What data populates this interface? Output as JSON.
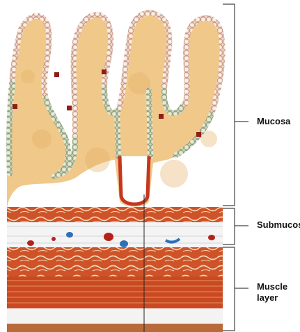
{
  "labels": {
    "mucosa": "Mucosa",
    "submucosa": "Submucosa",
    "muscle_layer": "Muscle\nlayer"
  },
  "colors": {
    "lamina_propria": "#f0c98a",
    "epithelium_pink": "#e9c4b4",
    "epithelium_green": "#b9c7a5",
    "gland_red": "#c6361f",
    "muscle_red": "#c94a22",
    "submucosa_white": "#f4f4f4",
    "vessel_blue": "#2f6fb8",
    "vessel_red": "#b5221a",
    "bracket": "#444444"
  }
}
